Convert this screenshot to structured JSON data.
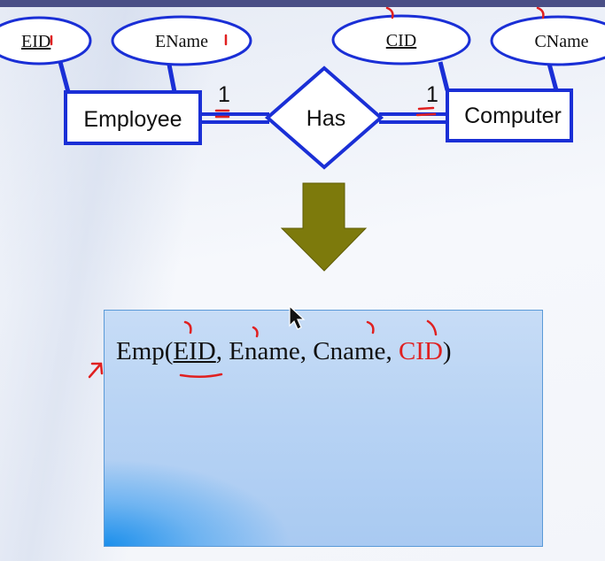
{
  "entities": {
    "employee": {
      "name": "Employee",
      "attributes": {
        "eid": "EID",
        "ename": "EName"
      }
    },
    "computer": {
      "name": "Computer",
      "attributes": {
        "cid": "CID",
        "cname": "CName"
      }
    }
  },
  "relationship": {
    "name": "Has",
    "cardinality_left": "1",
    "cardinality_right": "1"
  },
  "schema": {
    "prefix": "Emp(",
    "pk": "EID",
    "sep1": ", ",
    "attr2": "Ename",
    "sep2": ", ",
    "attr3": "Cname",
    "sep3": ", ",
    "fk": "CID",
    "suffix": ")"
  },
  "colors": {
    "shape_border": "#1a2fd6",
    "arrow_fill": "#7d7a0c",
    "annotation": "#e02020",
    "relation_box": "#b9d4f4"
  }
}
